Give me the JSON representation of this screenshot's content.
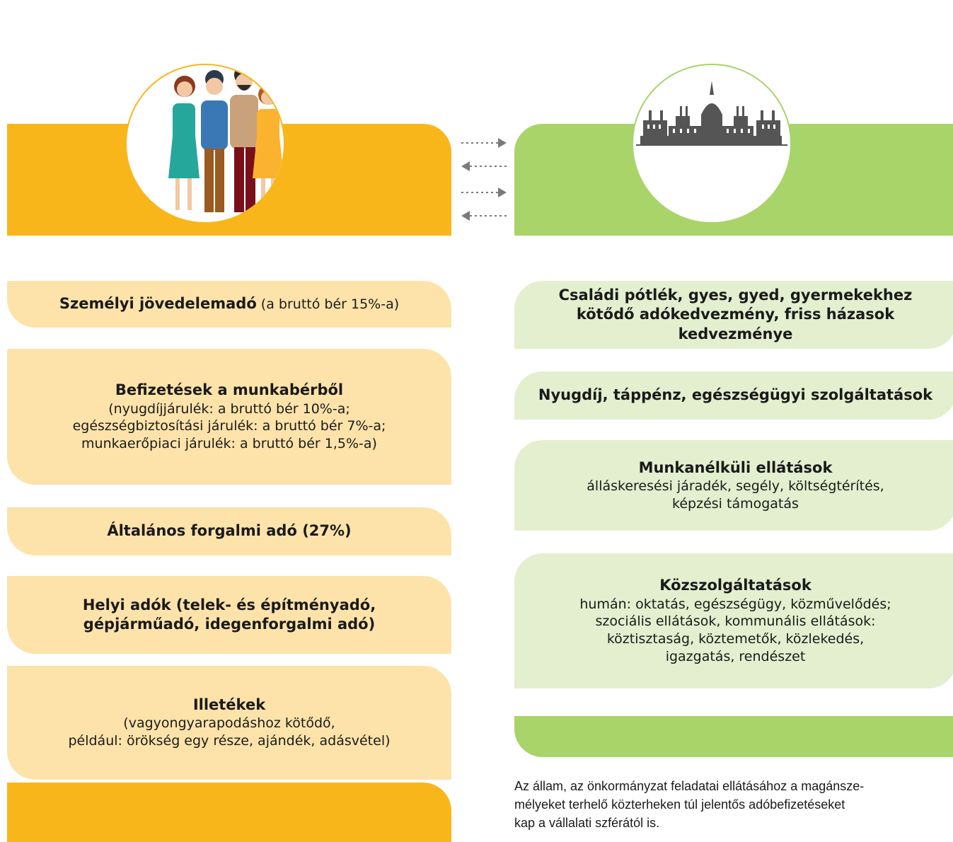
{
  "colors": {
    "left_accent": "#f9b61b",
    "left_box": "#fde3aa",
    "right_accent": "#a9d46a",
    "right_box": "#e3efcf",
    "arrow": "#7a7a7a"
  },
  "icons": {
    "left_circle": "family-illustration-icon",
    "right_circle": "parliament-building-icon",
    "arrows": [
      "arrow-right-icon",
      "arrow-left-icon",
      "arrow-right-icon",
      "arrow-left-icon"
    ]
  },
  "left": {
    "items": [
      {
        "title": "Személyi jövedelemadó",
        "rest": " (a bruttó bér 15%-a)"
      },
      {
        "title": "Befizetések a munkabérből",
        "lines": [
          "(nyugdíjjárulék: a bruttó bér 10%-a;",
          "egészségbiztosítási járulék: a bruttó bér 7%-a;",
          "munkaerőpiaci járulék: a bruttó bér 1,5%-a)"
        ]
      },
      {
        "title": "Általános forgalmi adó (27%)"
      },
      {
        "title_lines": [
          "Helyi adók (telek- és építményadó,",
          "gépjárműadó, idegenforgalmi adó)"
        ]
      },
      {
        "title": "Illetékek",
        "lines": [
          "(vagyongyarapodáshoz kötődő,",
          "például: örökség egy része, ajándék, adásvétel)"
        ]
      }
    ]
  },
  "right": {
    "items": [
      {
        "title_lines": [
          "Családi pótlék, gyes, gyed, gyermekekhez",
          "kötődő adókedvezmény, friss házasok",
          "kedvezménye"
        ]
      },
      {
        "title": "Nyugdíj, táppénz, egészségügyi szolgáltatások"
      },
      {
        "title": "Munkanélküli ellátások",
        "lines": [
          "álláskeresési járadék, segély, költségtérítés,",
          "képzési támogatás"
        ]
      },
      {
        "title": "Közszolgáltatások",
        "lines": [
          "humán: oktatás, egészségügy, közművelődés;",
          "szociális ellátások, kommunális ellátások:",
          "köztisztaság, köztemetők, közlekedés,",
          "igazgatás, rendészet"
        ]
      }
    ]
  },
  "note": {
    "lines": [
      "Az állam, az önkormányzat feladatai ellátásához a magánsze-",
      "mélyeket terhelő közterheken túl jelentős adóbefizetéseket",
      "kap a vállalati szférától is."
    ]
  }
}
